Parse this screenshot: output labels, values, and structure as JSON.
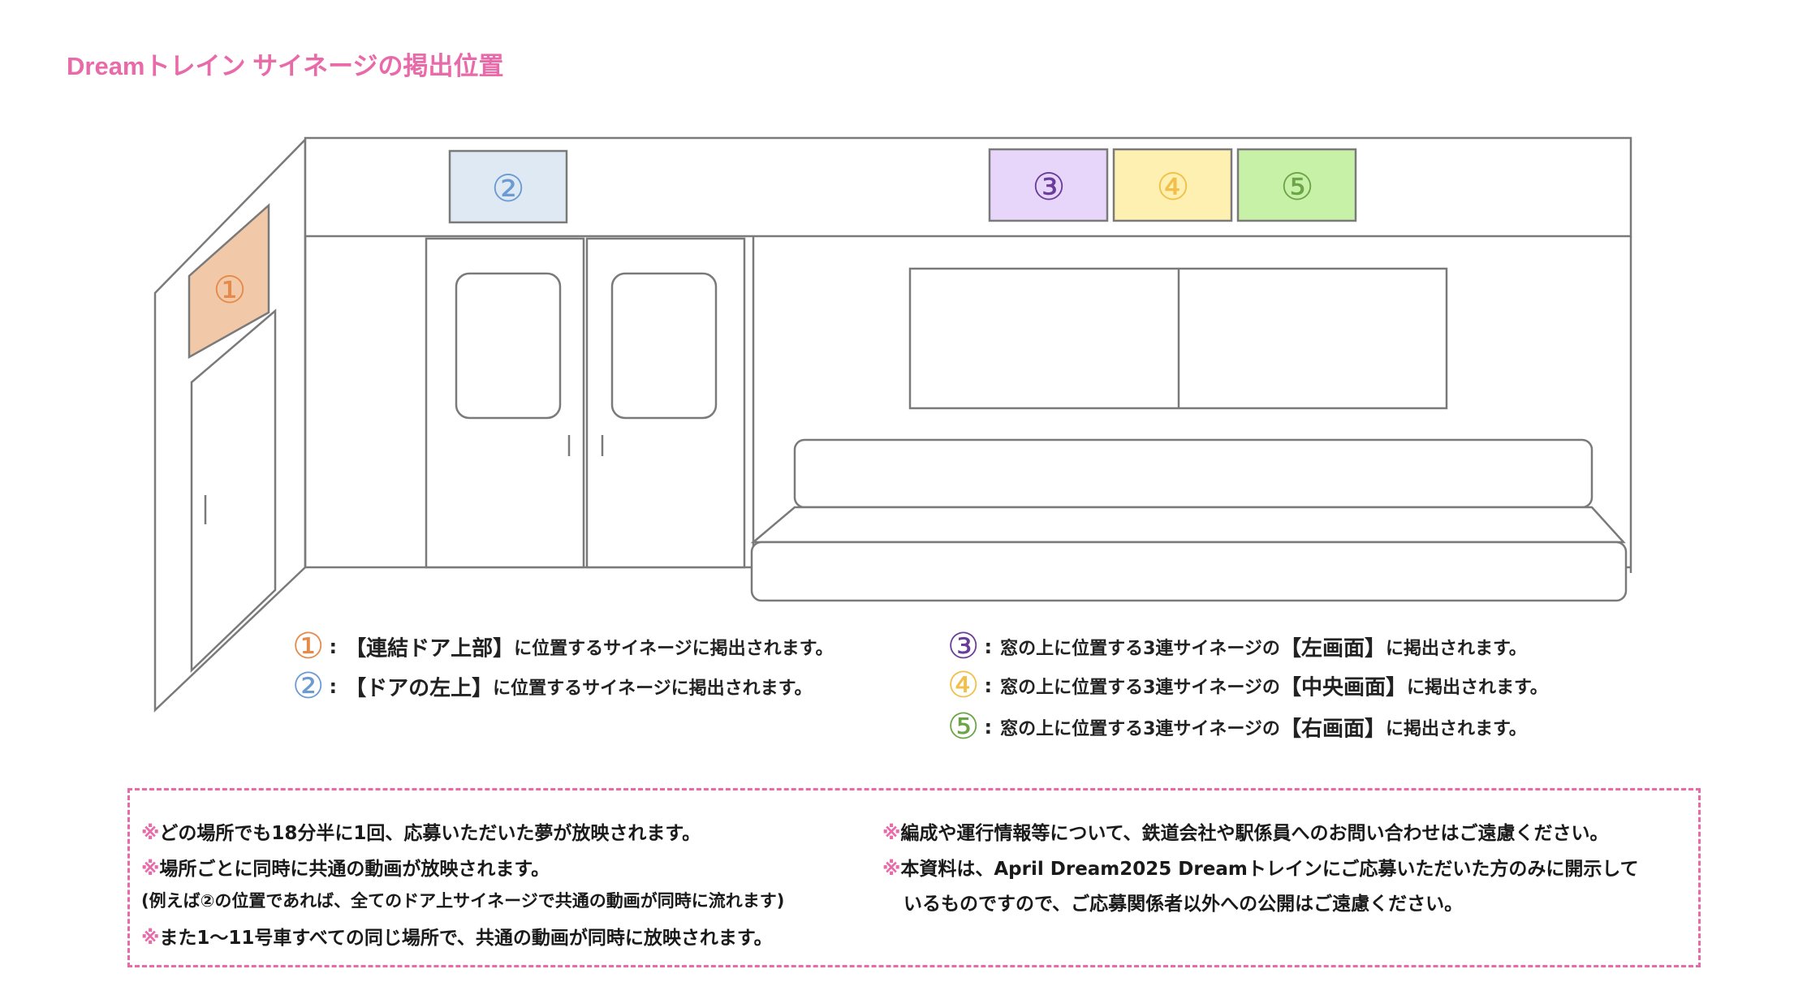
{
  "title": "Dreamトレイン サイネージの掲出位置",
  "colors": {
    "accent": "#e96aa9",
    "pos1": "#e58a48",
    "pos2": "#6b9bd2",
    "pos3": "#6a3d9a",
    "pos4": "#f2c04a",
    "pos5": "#6ca548"
  },
  "screens": [
    {
      "label": "①",
      "fill": "#f1c9a9",
      "color": "#e58a48"
    },
    {
      "label": "②",
      "fill": "#dfe9f4",
      "color": "#6b9bd2"
    },
    {
      "label": "③",
      "fill": "#e8d6fa",
      "color": "#6a3d9a"
    },
    {
      "label": "④",
      "fill": "#fdf0b0",
      "color": "#f2c04a"
    },
    {
      "label": "⑤",
      "fill": "#c8f1a8",
      "color": "#6ca548"
    }
  ],
  "legend": [
    {
      "num": "①",
      "colon": ":",
      "emphasis": "【連結ドア上部】",
      "text": "に位置するサイネージに掲出されます。"
    },
    {
      "num": "②",
      "colon": ":",
      "emphasis": "【ドアの左上】",
      "text": "に位置するサイネージに掲出されます。"
    },
    {
      "num": "③",
      "colon": ":",
      "text_pre": "窓の上に位置する3連サイネージの",
      "emphasis": "【左画面】",
      "text": "に掲出されます。"
    },
    {
      "num": "④",
      "colon": ":",
      "text_pre": "窓の上に位置する3連サイネージの",
      "emphasis": "【中央画面】",
      "text": "に掲出されます。"
    },
    {
      "num": "⑤",
      "colon": ":",
      "text_pre": "窓の上に位置する3連サイネージの",
      "emphasis": "【右画面】",
      "text": "に掲出されます。"
    }
  ],
  "notes": {
    "mark": "※",
    "left": [
      "どの場所でも18分半に1回、応募いただいた夢が放映されます。",
      "場所ごとに同時に共通の動画が放映されます。",
      "(例えば②の位置であれば、全てのドア上サイネージで共通の動画が同時に流れます)",
      "また1〜11号車すべての同じ場所で、共通の動画が同時に放映されます。"
    ],
    "right": [
      "編成や運行情報等について、鉄道会社や駅係員へのお問い合わせはご遠慮ください。",
      "本資料は、April Dream2025 Dreamトレインにご応募いただいた方のみに開示して",
      "いるものですので、ご応募関係者以外への公開はご遠慮ください。"
    ]
  }
}
